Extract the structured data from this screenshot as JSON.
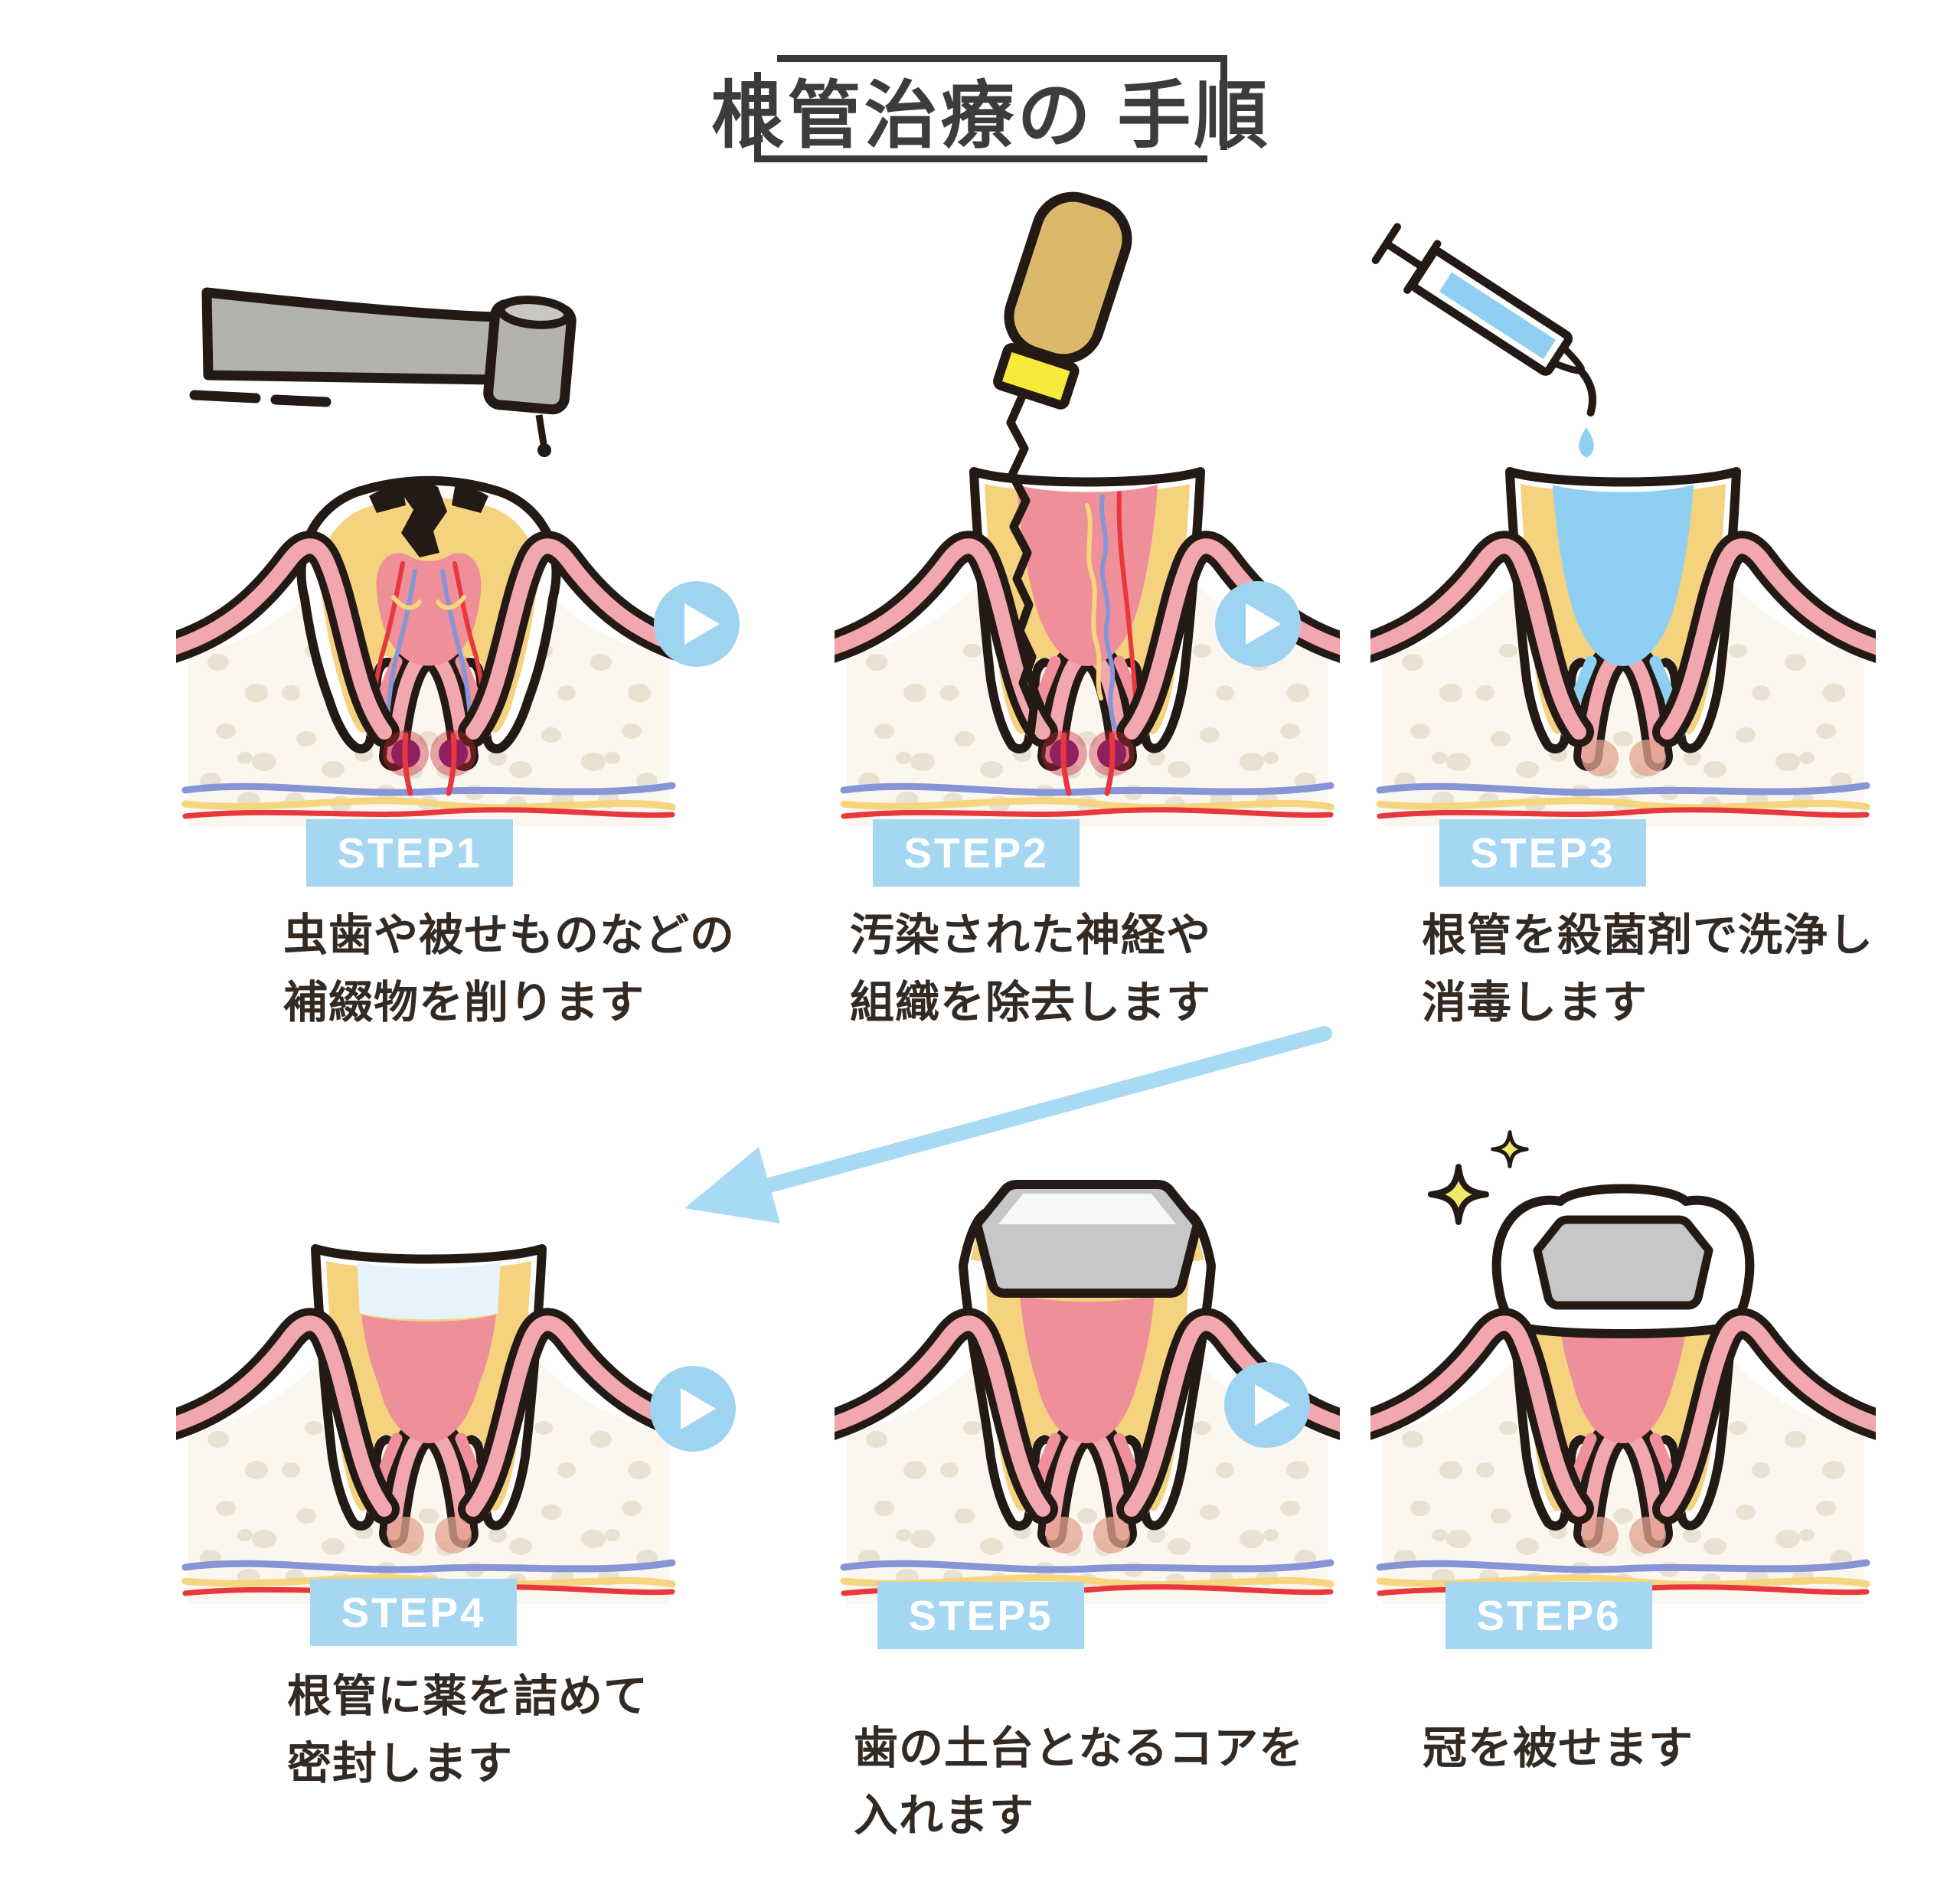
{
  "title": {
    "text": "根管治療の 手順"
  },
  "steps": [
    {
      "label": "STEP1",
      "caption_line1": "虫歯や被せものなどの",
      "caption_line2": "補綴物を削ります",
      "illustration": "decayed-tooth-with-dental-drill"
    },
    {
      "label": "STEP2",
      "caption_line1": "汚染された神経や",
      "caption_line2": "組織を除去します",
      "illustration": "tooth-with-root-canal-file"
    },
    {
      "label": "STEP3",
      "caption_line1": "根管を殺菌剤で洗浄し",
      "caption_line2": "消毒します",
      "illustration": "tooth-rinsed-with-syringe"
    },
    {
      "label": "STEP4",
      "caption_line1": "根管に薬を詰めて",
      "caption_line2": "密封します",
      "illustration": "tooth-sealed-with-medicine"
    },
    {
      "label": "STEP5",
      "caption_line1": "歯の土台となるコアを",
      "caption_line2": "入れます",
      "illustration": "tooth-with-metal-core"
    },
    {
      "label": "STEP6",
      "caption_line1": "冠を被せます",
      "caption_line2": "",
      "illustration": "tooth-with-crown-and-sparkles"
    }
  ],
  "icons": {
    "play_arrow": "right-pointing triangle in light blue circle",
    "flow_arrow": "diagonal light blue arrow from STEP3 to STEP4"
  },
  "colors": {
    "accent_blue": "#a6d7f2",
    "play_blue": "#9fd3f2",
    "arrow_blue": "#a9daf5",
    "outline_dark": "#241a15",
    "caption_text": "#332a24",
    "dentin_yellow": "#f4d27e",
    "pulp_pink": "#ee8f99",
    "gum_pink": "#f2a7af",
    "bone_cream": "#fbf6ee",
    "liquid_blue": "#8fd0f2",
    "core_gray": "#c7c7c9",
    "abscess_red": "#8f1f5f",
    "sparkle_yellow": "#efe96e"
  }
}
